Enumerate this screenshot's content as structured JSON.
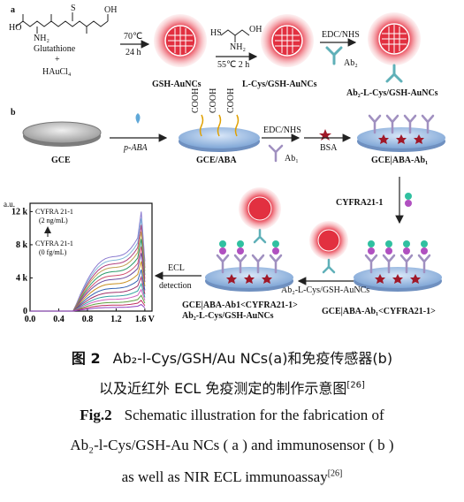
{
  "panel_a": {
    "letter": "a",
    "reactant_glutathione": "Glutathione",
    "reactant_plus": "+",
    "reactant_gold": "HAuCl₄",
    "step1_temp": "70℃",
    "step1_time": "24 h",
    "product1": "GSH-AuNCs",
    "step2_cond": "55℃ 2 h",
    "product2": "L-Cys/GSH-AuNCs",
    "step3_reagent": "EDC/NHS",
    "step3_antibody": "Ab₂",
    "product3": "Ab₂-L-Cys/GSH-AuNCs"
  },
  "panel_b": {
    "letter": "b",
    "gce": "GCE",
    "pABA": "p-ABA",
    "gce_aba": "GCE/ABA",
    "cooh": "COOH",
    "edc": "EDC/NHS",
    "ab1": "Ab₁",
    "bsa": "BSA",
    "gce_aba_ab1": "GCE|ABA-Ab₁",
    "cyfra": "CYFRA21-1",
    "gce_cyfra": "GCE|ABA-Ab₁<CYFRA21-1>",
    "ab2_probe": "Ab₂-L-Cys/GSH-AuNCs",
    "final_line1": "GCE|ABA-Ab1<CYFRA21-1>",
    "final_line2": "Ab₂-L-Cys/GSH-AuNCs",
    "ecl": "ECL",
    "detection": "detection"
  },
  "chart_data": {
    "type": "line",
    "ylabel": "a.u.",
    "x_ticks": [
      "0.0",
      "0.4",
      "0.8",
      "1.2",
      "1.6 V"
    ],
    "y_ticks": [
      "0",
      "4 k",
      "8 k",
      "12 k"
    ],
    "xlim": [
      0,
      1.7
    ],
    "ylim": [
      0,
      13000
    ],
    "annotation_top": "CYFRA 21-1",
    "annotation_top_conc": "(2 ng/mL)",
    "annotation_bottom": "CYFRA 21-1",
    "annotation_bottom_conc": "(0 fg/mL)",
    "series": [
      {
        "color": "#8a7ad0",
        "peak": 12000
      },
      {
        "color": "#7fb8d8",
        "peak": 11200
      },
      {
        "color": "#b04080",
        "peak": 10400
      },
      {
        "color": "#c0a050",
        "peak": 9600
      },
      {
        "color": "#2a9a6a",
        "peak": 8700
      },
      {
        "color": "#d05070",
        "peak": 7800
      },
      {
        "color": "#6a4aa0",
        "peak": 7000
      },
      {
        "color": "#c89020",
        "peak": 6000
      },
      {
        "color": "#3060b0",
        "peak": 5000
      },
      {
        "color": "#a0306a",
        "peak": 4100
      },
      {
        "color": "#30a0a0",
        "peak": 3300
      },
      {
        "color": "#d060c0",
        "peak": 2600
      },
      {
        "color": "#60a040",
        "peak": 1900
      },
      {
        "color": "#c03060",
        "peak": 1300
      },
      {
        "color": "#9040c0",
        "peak": 800
      }
    ]
  },
  "caption": {
    "cn_figno": "图 2",
    "cn_line1": "Ab₂-l-Cys/GSH/Au NCs(a)和免疫传感器(b)",
    "cn_line2": "以及近红外 ECL 免疫测定的制作示意图",
    "cn_ref": "[26]",
    "en_figno": "Fig.2",
    "en_line1": "Schematic illustration for the fabrication of",
    "en_line2": "Ab₂-l-Cys/GSH-Au NCs ( a ) and immunosensor ( b )",
    "en_line3": "as well as NIR ECL immunoassay",
    "en_ref": "[26]"
  }
}
